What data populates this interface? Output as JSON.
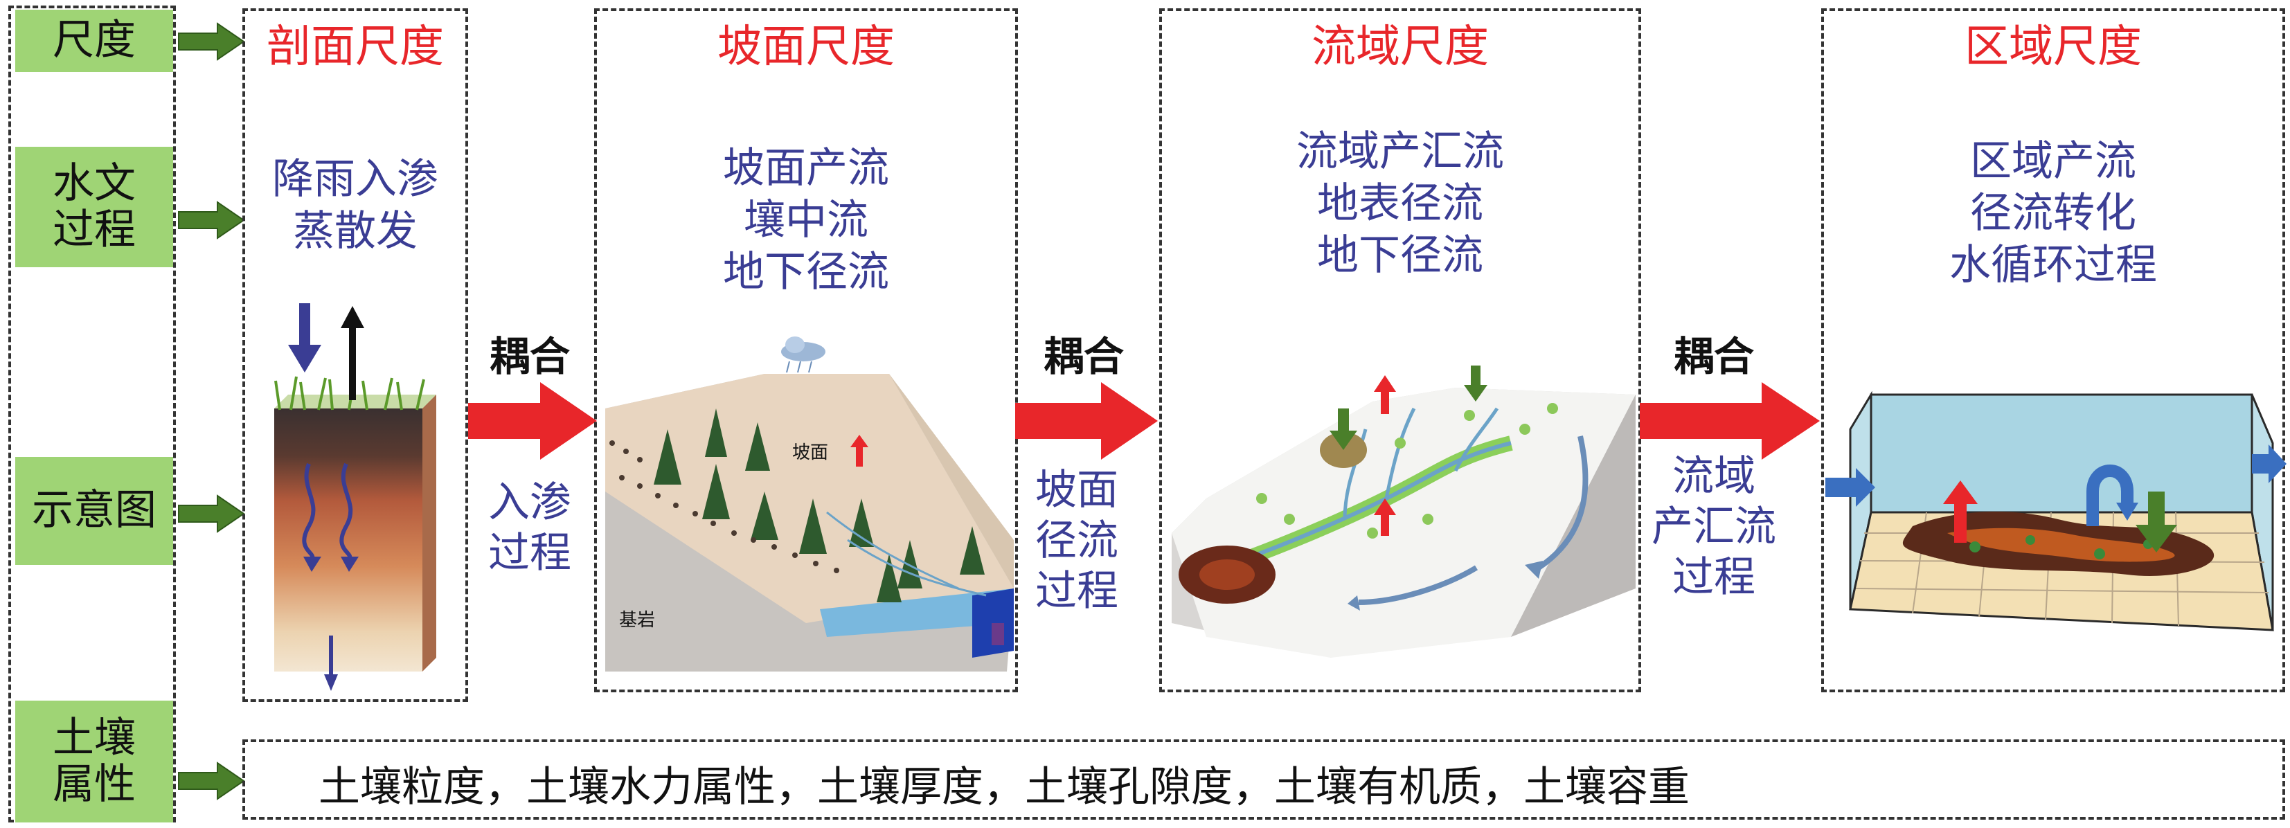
{
  "labels": {
    "scale": "尺度",
    "hydro": "水文\n过程",
    "schematic": "示意图",
    "soil": "土壤\n属性"
  },
  "panels": [
    {
      "title": "剖面尺度",
      "processes": "降雨入渗\n蒸散发"
    },
    {
      "title": "坡面尺度",
      "processes": "坡面产流\n壤中流\n地下径流",
      "inner_labels": {
        "slope": "坡面",
        "bedrock": "基岩"
      }
    },
    {
      "title": "流域尺度",
      "processes": "流域产汇流\n地表径流\n地下径流"
    },
    {
      "title": "区域尺度",
      "processes": "区域产流\n径流转化\n水循环过程"
    }
  ],
  "couplings": [
    {
      "label": "耦合",
      "process": "入渗\n过程"
    },
    {
      "label": "耦合",
      "process": "坡面\n径流\n过程"
    },
    {
      "label": "耦合",
      "process": "流域\n产汇流\n过程"
    }
  ],
  "soil_properties": "土壤粒度，土壤水力属性，土壤厚度，土壤孔隙度，土壤有机质，土壤容重",
  "colors": {
    "label_bg": "#9fd475",
    "arrow_red": "#e8262a",
    "title_red": "#e8262a",
    "process_blue": "#3a3d94",
    "green_arrow": "#4a7f2a"
  }
}
